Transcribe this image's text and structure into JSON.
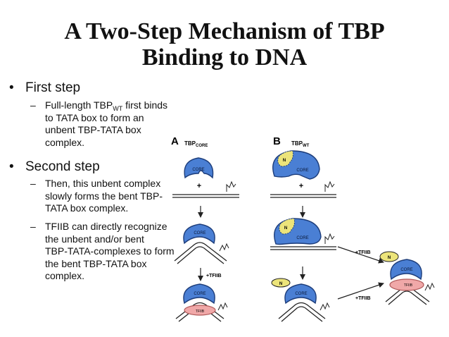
{
  "title": {
    "line1": "A Two-Step Mechanism of TBP",
    "line2": "Binding to DNA"
  },
  "bullets": [
    {
      "text": "First step",
      "subs": [
        {
          "pre": "Full-length TBP",
          "sub": "WT",
          "lines": [
            " first binds",
            "to TATA box to form an",
            "unbent TBP-TATA box",
            "complex."
          ]
        }
      ]
    },
    {
      "text": "Second step",
      "subs": [
        {
          "lines": [
            "Then, this unbent complex",
            "slowly forms the bent TBP-",
            "TATA box complex."
          ]
        },
        {
          "lines": [
            "TFIIB can directly recognize",
            "the unbent and/or bent",
            "TBP-TATA-complexes to form",
            "the bent TBP-TATA box",
            "complex."
          ]
        }
      ]
    }
  ],
  "figure": {
    "panel_a": {
      "letter": "A",
      "heading": "TBP",
      "heading_sub": "CORE"
    },
    "panel_b": {
      "letter": "B",
      "heading": "TBP",
      "heading_sub": "WT"
    },
    "core_label": "CORE",
    "n_label": "N",
    "tfiib_label": "TFIIB",
    "plus": "+",
    "plus_tfiib": "+TFIIB",
    "colors": {
      "core": "#4a7fd4",
      "n_domain": "#ece47a",
      "tfiib": "#f0a8a8"
    }
  }
}
